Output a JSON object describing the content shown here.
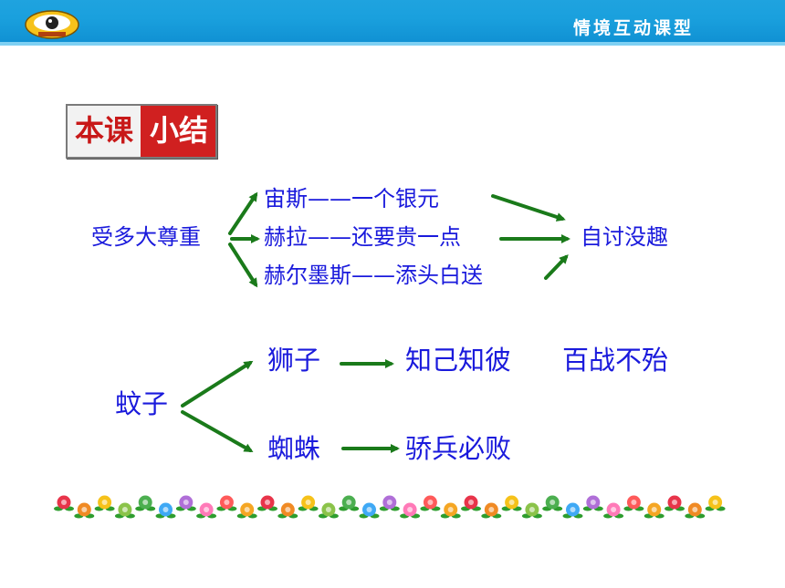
{
  "header": {
    "title": "情境互动课型",
    "logo_icon": "eye-logo-icon"
  },
  "badge": {
    "left": "本课",
    "right": "小结"
  },
  "diagram1": {
    "source": "受多大尊重",
    "branches": [
      "宙斯——一个银元",
      "赫拉——还要贵一点",
      "赫尔墨斯——添头白送"
    ],
    "target": "自讨没趣"
  },
  "diagram2": {
    "source": "蚊子",
    "branches": [
      {
        "left": "狮子",
        "right_a": "知己知彼",
        "right_b": "百战不殆"
      },
      {
        "left": "蜘蛛",
        "right_a": "骄兵必败"
      }
    ]
  },
  "colors": {
    "header": "#1aa0dd",
    "text": "#1a1adc",
    "arrow": "#1a7a1a",
    "badge_red": "#d02020"
  }
}
